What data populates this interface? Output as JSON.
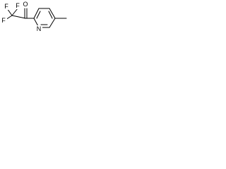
{
  "structure": {
    "atom_labels": {
      "fluorine_top_left": "F",
      "fluorine_top": "F",
      "fluorine_left": "F",
      "carbonyl_oxygen": "O",
      "ring_nitrogen": "N"
    },
    "colors": {
      "bond": "#000000",
      "label": "#000000",
      "background": "#ffffff"
    }
  }
}
